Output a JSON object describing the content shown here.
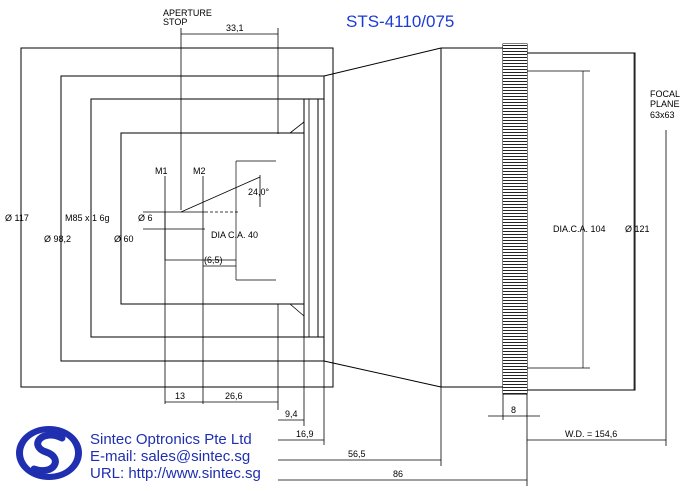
{
  "title": "STS-4110/075",
  "labels": {
    "aperture_stop_1": "APERTURE",
    "aperture_stop_2": "STOP",
    "focal_1": "FOCAL",
    "focal_2": "PLANE",
    "focal_3": "63x63",
    "m1": "M1",
    "m2": "M2",
    "thread": "M85 x 1  6g",
    "dia_ca_40": "DIA C.A. 40",
    "dia_ca_104": "DIA.C.A. 104"
  },
  "dimensions": {
    "d117": "Ø 117",
    "d98": "Ø 98,2",
    "d60": "Ø 60",
    "d6": "Ø 6",
    "d121": "Ø 121",
    "len_33": "33,1",
    "angle": "24,0°",
    "p65": "(6,5)",
    "l13": "13",
    "l26": "26,6",
    "l94": "9,4",
    "l169": "16,9",
    "l565": "56,5",
    "l86": "86",
    "l8": "8",
    "wd": "W.D. = 154,6"
  },
  "company": {
    "name": "Sintec Optronics Pte Ltd",
    "email": "E-mail: sales@sintec.sg",
    "url": "URL: http://www.sintec.sg"
  },
  "colors": {
    "title": "#1c3bd6",
    "company_text": "#1f2fb0",
    "logo": "#1f2fb0"
  }
}
